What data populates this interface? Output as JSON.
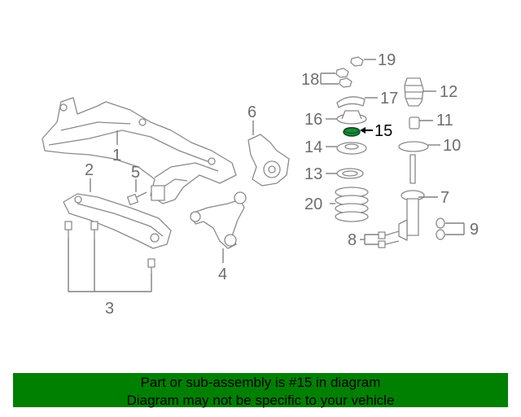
{
  "diagram": {
    "highlighted_part": "15",
    "highlight_color": "#1a8a3a",
    "callouts": [
      "1",
      "2",
      "3",
      "4",
      "5",
      "6",
      "7",
      "8",
      "9",
      "10",
      "11",
      "12",
      "13",
      "14",
      "15",
      "16",
      "17",
      "18",
      "19",
      "20"
    ]
  },
  "banner": {
    "line1": "Part or sub-assembly is #15 in diagram",
    "line2": "Diagram may not be specific to your vehicle",
    "background": "#008000"
  }
}
